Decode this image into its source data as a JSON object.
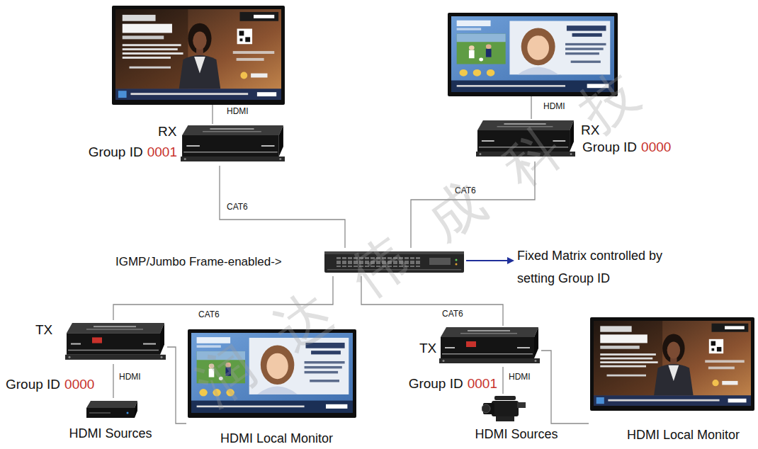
{
  "diagram": {
    "nodes": [
      {
        "text": [
          "RX",
          "Group ID",
          "0001"
        ]
      },
      {
        "text": [
          "RX",
          "Group ID",
          "0000"
        ]
      },
      {
        "text": [
          "IGMP/Jumbo Frame-enabled->"
        ]
      },
      {
        "text": [
          "TX",
          "Group ID",
          "0000"
        ]
      },
      {
        "text": [
          "HDMI Local Monitor"
        ]
      },
      {
        "text": [
          "HDMI Sources"
        ]
      },
      {
        "text": [
          "TX",
          "Group ID",
          "0001"
        ]
      },
      {
        "text": [
          "HDMI Sources"
        ]
      },
      {
        "text": [
          "HDMI Local Monitor"
        ]
      }
    ],
    "edges": [
      {
        "from": 0,
        "to": 2,
        "label": "CAT6",
        "arrow": "none"
      },
      {
        "from": 1,
        "to": 2,
        "label": "CAT6",
        "arrow": "none"
      },
      {
        "from": 2,
        "to": 3,
        "label": "CAT6",
        "arrow": "none"
      },
      {
        "from": 2,
        "to": 6,
        "label": "CAT6",
        "arrow": "none"
      },
      {
        "from": 5,
        "to": 3,
        "label": "HDMI",
        "arrow": "none"
      },
      {
        "from": 3,
        "to": 4,
        "arrow": "none"
      },
      {
        "from": 7,
        "to": 6,
        "label": "HDMI",
        "arrow": "none"
      },
      {
        "from": 6,
        "to": 8,
        "arrow": "none"
      }
    ],
    "labels": [
      "HDMI",
      "HDMI",
      "Fixed Matrix controlled by setting Group ID",
      "润达伟成科技"
    ]
  }
}
